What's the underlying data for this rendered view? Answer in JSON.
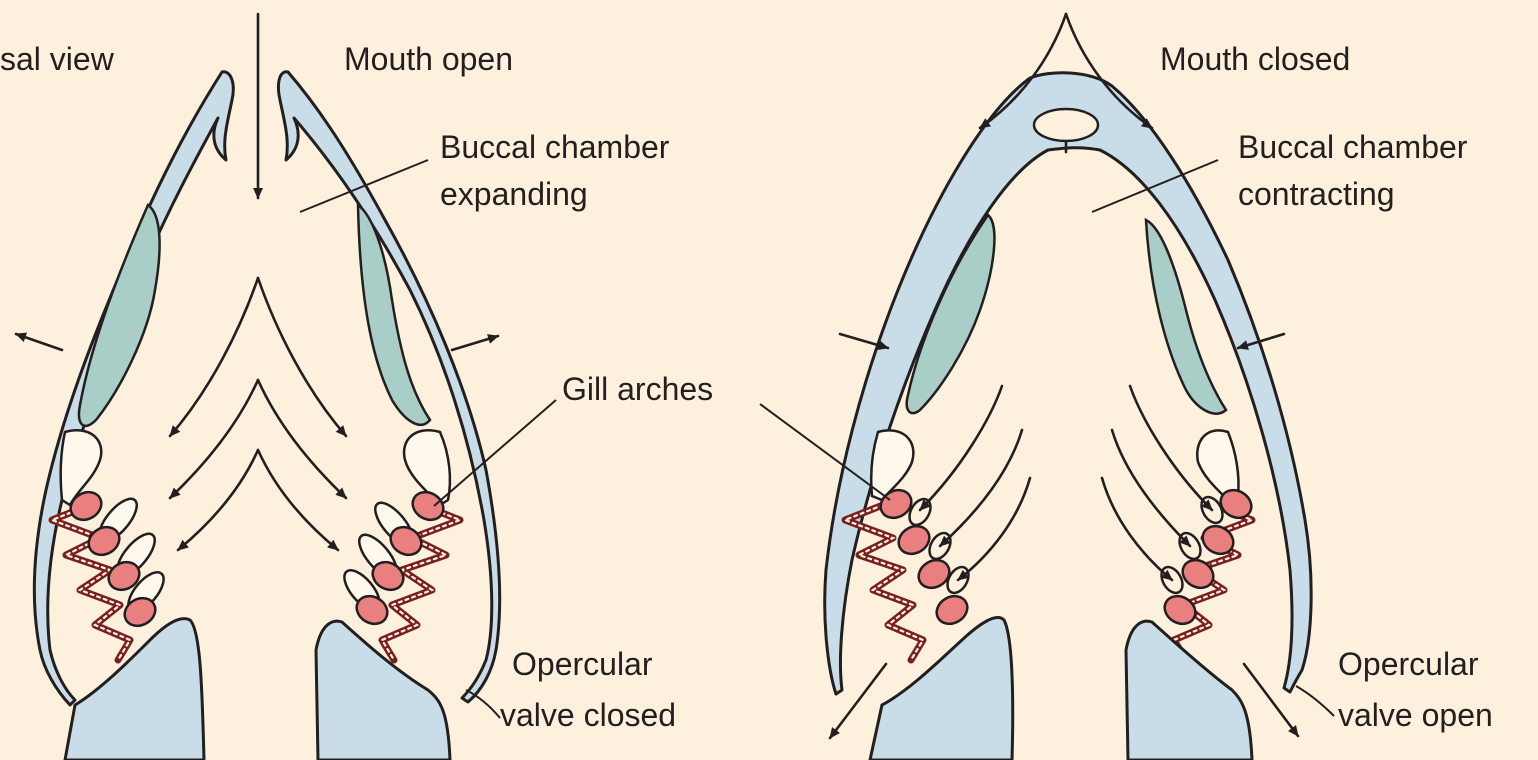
{
  "left_panel": {
    "view_label": "sal view",
    "mouth_label": "Mouth open",
    "buccal_label_1": "Buccal chamber",
    "buccal_label_2": "expanding",
    "gill_label": "Gill arches",
    "valve_label_1": "Opercular",
    "valve_label_2": "valve closed"
  },
  "right_panel": {
    "mouth_label": "Mouth closed",
    "buccal_label_1": "Buccal chamber",
    "buccal_label_2": "contracting",
    "valve_label_1": "Opercular",
    "valve_label_2": "valve open"
  },
  "colors": {
    "background": "#fdf0dc",
    "bone": "#c9dde8",
    "muscle": "#a9cec7",
    "gill_arch": "#ea7f7f",
    "gill_filament": "#7a1f1f",
    "ink": "#231f20"
  }
}
